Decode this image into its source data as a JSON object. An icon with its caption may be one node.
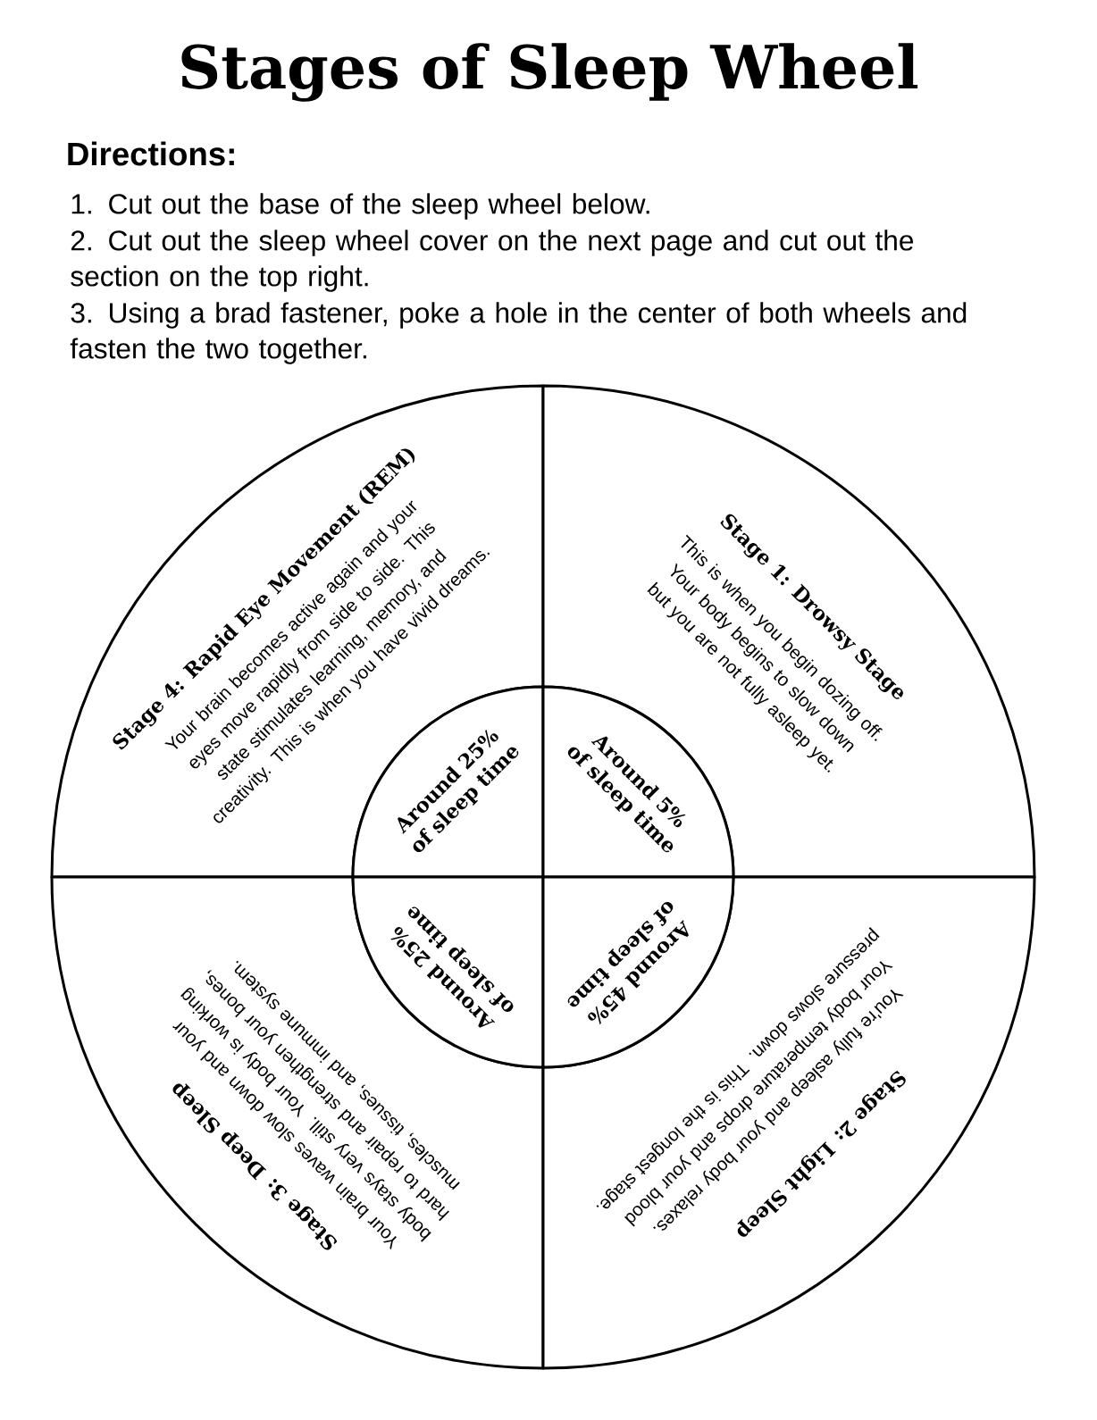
{
  "diagram": {
    "title": "Stages of Sleep Wheel",
    "nodes": [
      {
        "text": [
          "Stage 4: Rapid Eye Movement (REM)",
          "Your brain becomes active again and your eyes move rapidly from side to side. This state stimulates learning, memory, and creativity. This is when you have vivid dreams."
        ]
      },
      {
        "text": [
          "Stage 1: Drowsy Stage",
          "This is when you begin dozing off. Your body begins to slow down but you are not fully asleep yet."
        ]
      },
      {
        "text": [
          "Stage 3: Deep Sleep",
          "Your brain waves slow down and your body stays very still. Your body is working hard to repair and strengthen your bones, muscles, tissues, and immune system."
        ]
      },
      {
        "text": [
          "Stage 2: Light Sleep",
          "You're fully asleep and your body relaxes. Your body temperature drops and your blood pressure slows down. This is the longest stage."
        ]
      },
      {
        "text": [
          "Around 25% of sleep time"
        ]
      },
      {
        "text": [
          "Around 5% of sleep time"
        ]
      },
      {
        "text": [
          "Around 25% of sleep time"
        ]
      },
      {
        "text": [
          "Around 45% of sleep time"
        ]
      }
    ],
    "labels": [
      "Directions:",
      "1. Cut out the base of the sleep wheel below.",
      "2. Cut out the sleep wheel cover on the next page and cut out the section on the top right.",
      "3. Using a brad fastener, poke a hole in the center of both wheels and fasten the two together."
    ]
  }
}
